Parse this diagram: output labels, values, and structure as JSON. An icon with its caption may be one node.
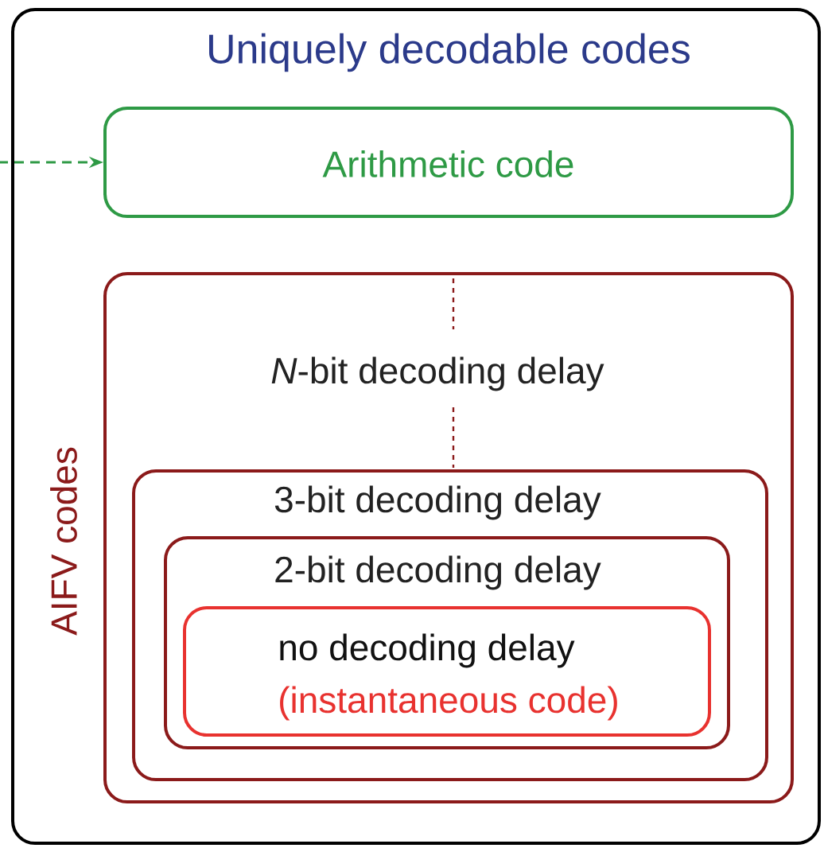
{
  "diagram": {
    "nodes": [
      {
        "text": [
          "Uniquely decodable codes"
        ]
      },
      {
        "text": [
          "Arithmetic code"
        ],
        "in": 0
      },
      {
        "text": [
          "AIFV codes",
          "*N*-bit decoding delay"
        ],
        "in": 0
      },
      {
        "text": [
          "3-bit decoding delay"
        ],
        "in": 2
      },
      {
        "text": [
          "2-bit decoding delay"
        ],
        "in": 3
      },
      {
        "text": [
          "no decoding delay",
          "(instantaneous code)"
        ],
        "in": 4
      }
    ],
    "edges": [
      {
        "from": null,
        "to": 1,
        "arrow": "to",
        "style": "dashed",
        "color": "#2e9a45"
      }
    ]
  }
}
